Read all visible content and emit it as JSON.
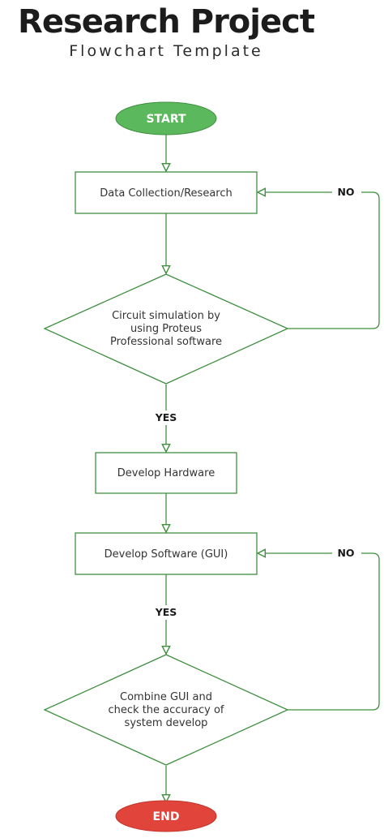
{
  "header": {
    "title": "Research Project",
    "subtitle": "Flowchart Template"
  },
  "colors": {
    "line": "#3f8f3f",
    "start_fill": "#5cb85c",
    "end_fill": "#e0443a"
  },
  "nodes": {
    "start": "START",
    "data_collection": "Data Collection/Research",
    "simulation": [
      "Circuit simulation by",
      "using Proteus",
      "Professional software"
    ],
    "hardware": "Develop Hardware",
    "software": "Develop Software (GUI)",
    "combine": [
      "Combine GUI and",
      "check the accuracy of",
      "system develop"
    ],
    "end": "END"
  },
  "edges": {
    "no_1": "NO",
    "yes_1": "YES",
    "no_2": "NO",
    "yes_2": "YES"
  }
}
